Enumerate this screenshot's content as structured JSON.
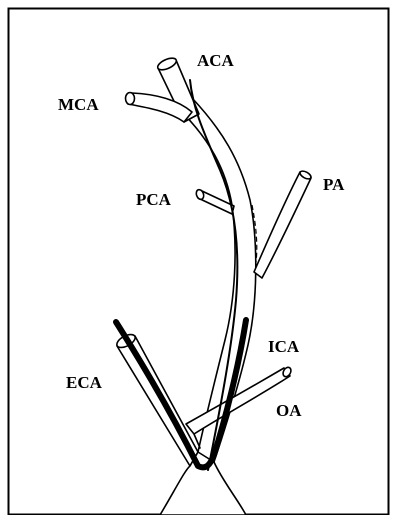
{
  "figure": {
    "labels": {
      "aca": "ACA",
      "mca": "MCA",
      "pca": "PCA",
      "pa": "PA",
      "ica": "ICA",
      "eca": "ECA",
      "oa": "OA"
    },
    "colors": {
      "background": "#ffffff",
      "line": "#000000",
      "frame": "#000000"
    }
  }
}
